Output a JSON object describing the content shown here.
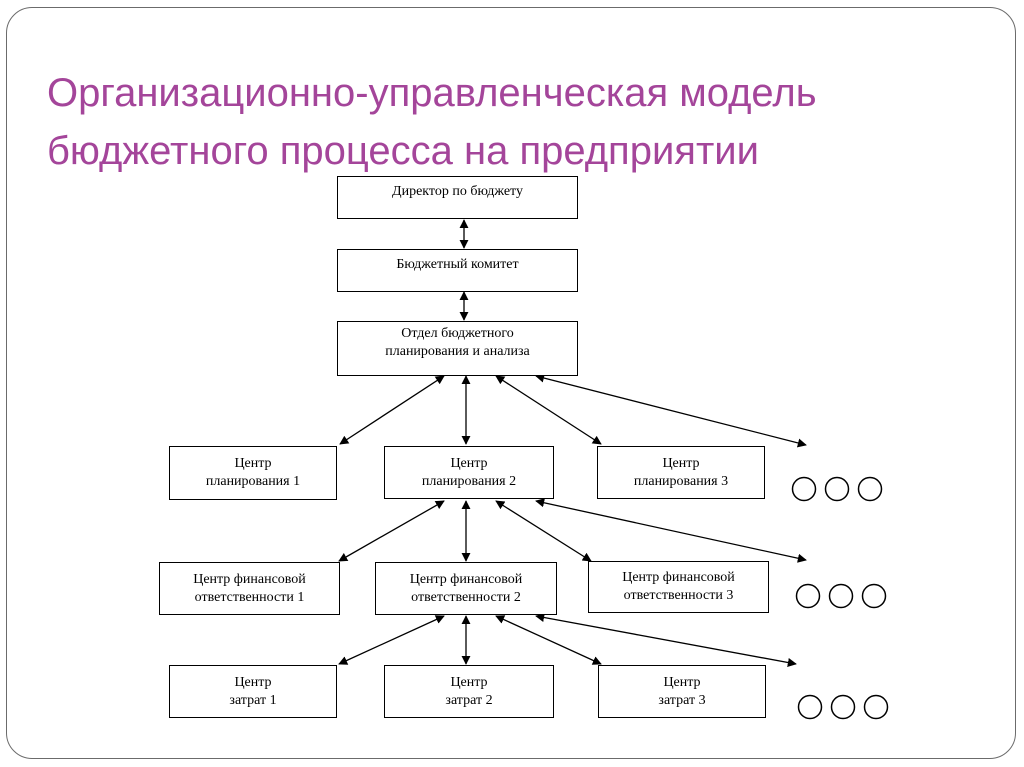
{
  "slide": {
    "title_line1": "Организационно-управленческая модель",
    "title_line2": "бюджетного процесса на предприятии",
    "title_color": "#a4459a"
  },
  "diagram": {
    "director": {
      "line1": "Директор по бюджету"
    },
    "committee": {
      "line1": "Бюджетный комитет"
    },
    "department": {
      "line1": "Отдел бюджетного",
      "line2": "планирования и анализа"
    },
    "planning": [
      {
        "line1": "Центр",
        "line2": "планирования 1"
      },
      {
        "line1": "Центр",
        "line2": "планирования 2"
      },
      {
        "line1": "Центр",
        "line2": "планирования 3"
      }
    ],
    "financial": [
      {
        "line1": "Центр финансовой",
        "line2": "ответственности 1"
      },
      {
        "line1": "Центр финансовой",
        "line2": "ответственности 2"
      },
      {
        "line1": "Центр финансовой",
        "line2": "ответственности 3"
      }
    ],
    "costs": [
      {
        "line1": "Центр",
        "line2": "затрат 1"
      },
      {
        "line1": "Центр",
        "line2": "затрат 2"
      },
      {
        "line1": "Центр",
        "line2": "затрат 3"
      }
    ]
  }
}
